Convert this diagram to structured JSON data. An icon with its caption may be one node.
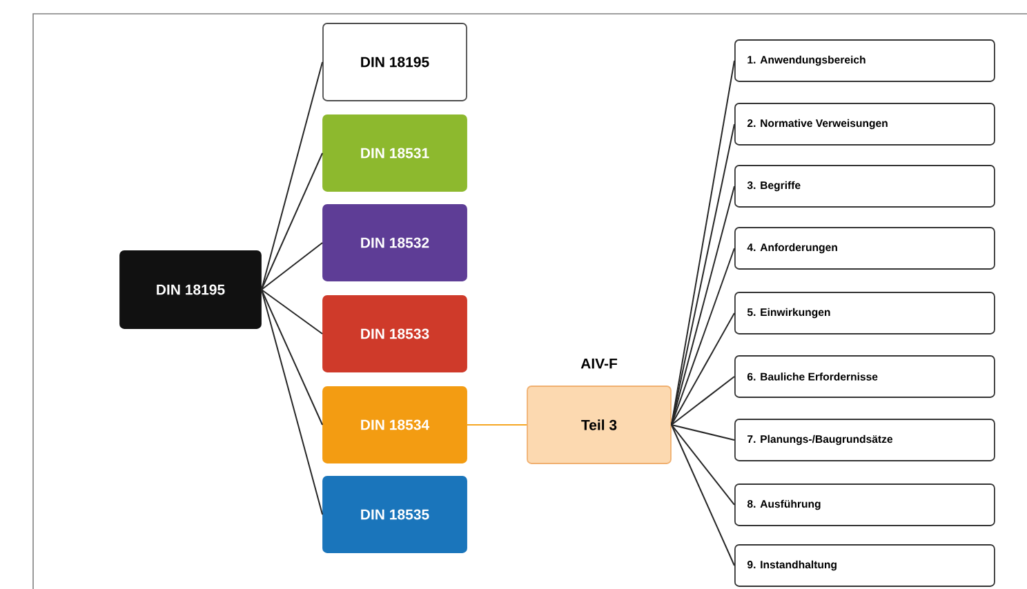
{
  "diagram": {
    "nodes": [
      {
        "text": [
          "DIN 18195"
        ]
      },
      {
        "text": [
          "DIN 18195"
        ]
      },
      {
        "text": [
          "DIN 18531"
        ]
      },
      {
        "text": [
          "DIN 18532"
        ]
      },
      {
        "text": [
          "DIN 18533"
        ]
      },
      {
        "text": [
          "DIN 18534"
        ]
      },
      {
        "text": [
          "DIN 18535"
        ]
      },
      {
        "text": [
          "AIV-F",
          "Teil 3"
        ]
      },
      {
        "text": [
          "1. Anwendungsbereich"
        ]
      },
      {
        "text": [
          "2. Normative Verweisungen"
        ]
      },
      {
        "text": [
          "3. Begriffe"
        ]
      },
      {
        "text": [
          "4. Anforderungen"
        ]
      },
      {
        "text": [
          "5. Einwirkungen"
        ]
      },
      {
        "text": [
          "6. Bauliche Erfordernisse"
        ]
      },
      {
        "text": [
          "7. Planungs-/Baugrundsätze"
        ]
      },
      {
        "text": [
          "8. Ausführung"
        ]
      },
      {
        "text": [
          "9. Instandhaltung"
        ]
      }
    ],
    "edges": [
      {
        "from": 0,
        "to": 1,
        "arrow": "none"
      },
      {
        "from": 0,
        "to": 2,
        "arrow": "none"
      },
      {
        "from": 0,
        "to": 3,
        "arrow": "none"
      },
      {
        "from": 0,
        "to": 4,
        "arrow": "none"
      },
      {
        "from": 0,
        "to": 5,
        "arrow": "none"
      },
      {
        "from": 0,
        "to": 6,
        "arrow": "none"
      },
      {
        "from": 5,
        "to": 7,
        "arrow": "none",
        "color": "#f5a623"
      },
      {
        "from": 7,
        "to": 8,
        "arrow": "none"
      },
      {
        "from": 7,
        "to": 9,
        "arrow": "none"
      },
      {
        "from": 7,
        "to": 10,
        "arrow": "none"
      },
      {
        "from": 7,
        "to": 11,
        "arrow": "none"
      },
      {
        "from": 7,
        "to": 12,
        "arrow": "none"
      },
      {
        "from": 7,
        "to": 13,
        "arrow": "none"
      },
      {
        "from": 7,
        "to": 14,
        "arrow": "none"
      },
      {
        "from": 7,
        "to": 15,
        "arrow": "none"
      },
      {
        "from": 7,
        "to": 16,
        "arrow": "none"
      }
    ]
  }
}
